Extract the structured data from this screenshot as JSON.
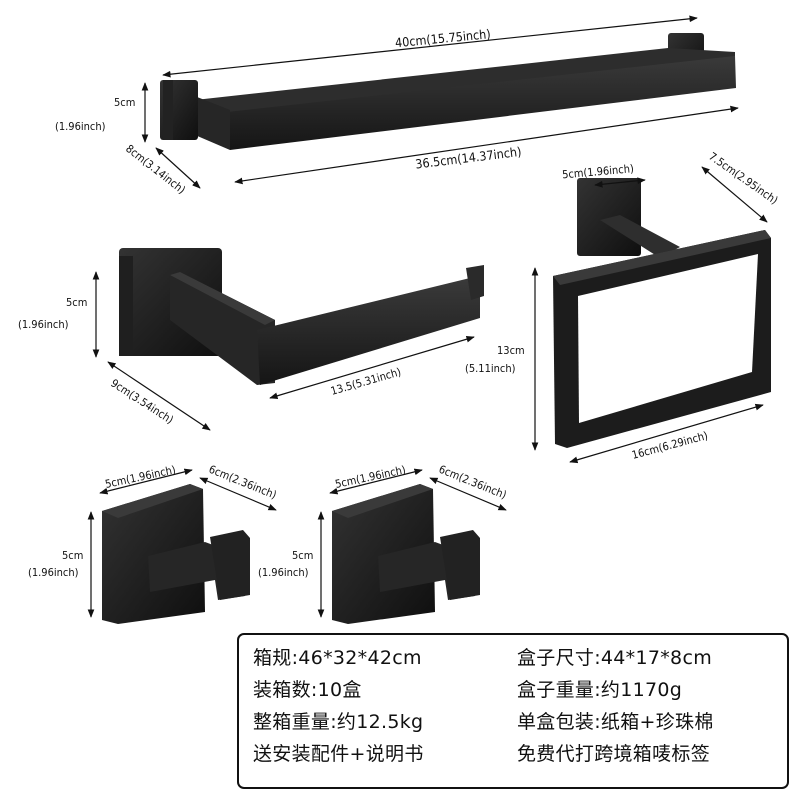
{
  "colors": {
    "product": "#1b1b1b",
    "product_highlight": "#3a3a3a",
    "background": "#ffffff",
    "text": "#111111"
  },
  "products": [
    {
      "name": "towel-bar",
      "dimensions": {
        "overall_length": "40cm(15.75inch)",
        "bar_length": "36.5cm(14.37inch)",
        "base_height_cm": "5cm",
        "base_height_in": "(1.96inch)",
        "depth": "8cm(3.14inch)"
      }
    },
    {
      "name": "toilet-paper-holder",
      "dimensions": {
        "base_height_cm": "5cm",
        "base_height_in": "(1.96inch)",
        "depth": "9cm(3.54inch)",
        "arm_length": "13.5(5.31inch)"
      }
    },
    {
      "name": "towel-ring",
      "dimensions": {
        "base_width": "5cm(1.96inch)",
        "depth": "7.5cm(2.95inch)",
        "height_cm": "13cm",
        "height_in": "(5.11inch)",
        "width": "16cm(6.29inch)"
      }
    },
    {
      "name": "robe-hook-1",
      "dimensions": {
        "base_width": "5cm(1.96inch)",
        "depth": "6cm(2.36inch)",
        "height_cm": "5cm",
        "height_in": "(1.96inch)"
      }
    },
    {
      "name": "robe-hook-2",
      "dimensions": {
        "base_width": "5cm(1.96inch)",
        "depth": "6cm(2.36inch)",
        "height_cm": "5cm",
        "height_in": "(1.96inch)"
      }
    }
  ],
  "packing_info": {
    "rows": [
      [
        "箱规:46*32*42cm",
        "盒子尺寸:44*17*8cm"
      ],
      [
        "装箱数:10盒",
        "盒子重量:约1170g"
      ],
      [
        "整箱重量:约12.5kg",
        "单盒包装:纸箱+珍珠棉"
      ],
      [
        "送安装配件+说明书",
        "免费代打跨境箱唛标签"
      ]
    ]
  }
}
